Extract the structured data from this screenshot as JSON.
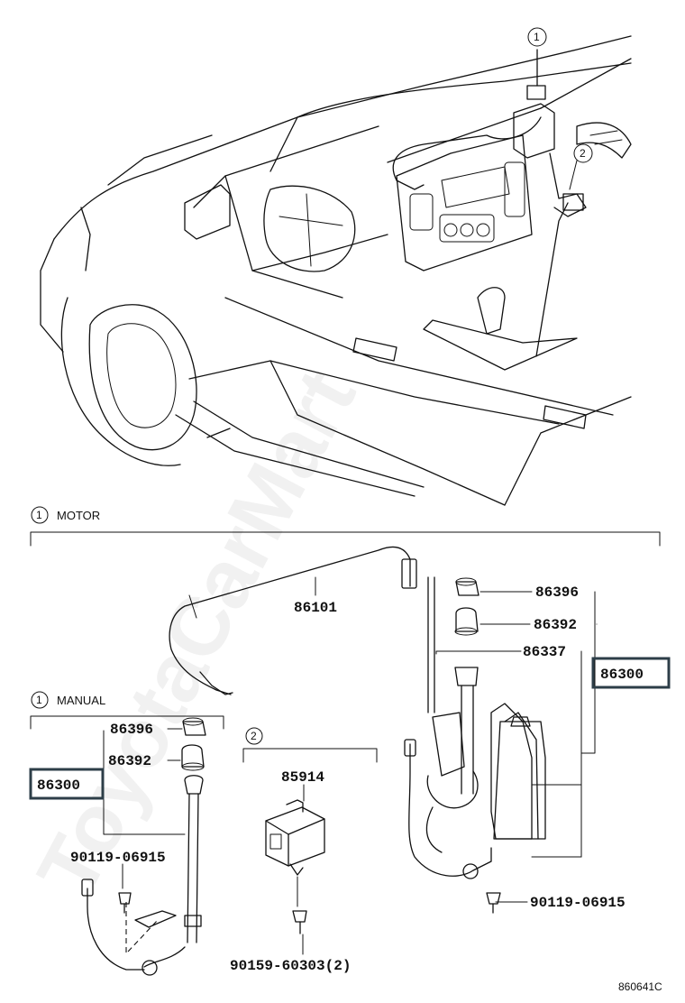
{
  "watermark": "ToyotaCarMart",
  "figure_code": "860641C",
  "callouts": {
    "one": "1",
    "two": "2"
  },
  "sections": {
    "motor": {
      "marker": "1",
      "title": "MOTOR"
    },
    "manual": {
      "marker": "1",
      "title": "MANUAL"
    },
    "two": {
      "marker": "2"
    }
  },
  "parts": {
    "cord": "86101",
    "motor_cap": "86396",
    "motor_bezel": "86392",
    "motor_rod": "86337",
    "motor_assy": "86300",
    "motor_bolt": "90119-06915",
    "manual_cap": "86396",
    "manual_bezel": "86392",
    "manual_assy": "86300",
    "manual_bolt": "90119-06915",
    "relay": "85914",
    "relay_bolt": "90159-60303(2)"
  },
  "colors": {
    "line": "#111111",
    "highlight_box": "#2d3e48",
    "watermark": "#d9d9d9"
  }
}
